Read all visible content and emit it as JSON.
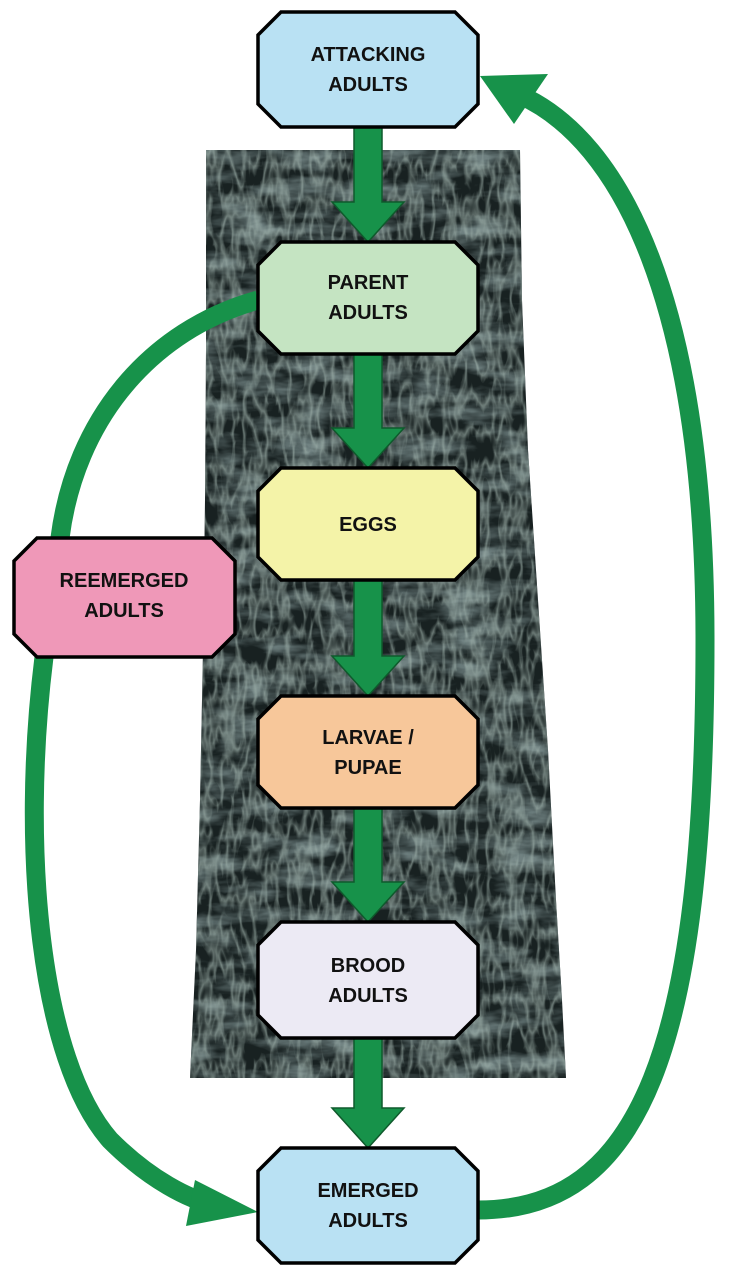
{
  "diagram": {
    "nodes": {
      "attacking": {
        "line1": "ATTACKING",
        "line2": "ADULTS",
        "color": "#b9e1f3"
      },
      "parent": {
        "line1": "PARENT",
        "line2": "ADULTS",
        "color": "#c5e4c2"
      },
      "eggs": {
        "line1": "EGGS",
        "color": "#f4f3a8"
      },
      "larvae": {
        "line1": "LARVAE /",
        "line2": "PUPAE",
        "color": "#f7c79a"
      },
      "brood": {
        "line1": "BROOD",
        "line2": "ADULTS",
        "color": "#eceaf4"
      },
      "emerged": {
        "line1": "EMERGED",
        "line2": "ADULTS",
        "color": "#b9e1f3"
      },
      "reemerged": {
        "line1": "REEMERGED",
        "line2": "ADULTS",
        "color": "#ef98b8"
      }
    },
    "arrow_color": "#17924a",
    "background_image": "tree-trunk-bark"
  }
}
